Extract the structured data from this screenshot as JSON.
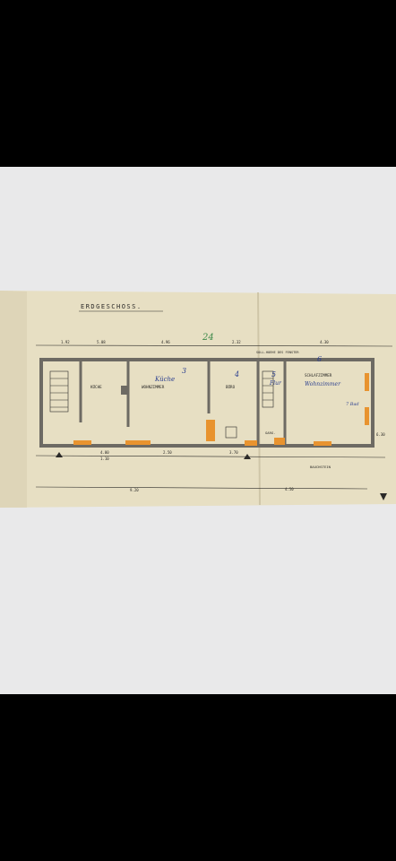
{
  "photo": {
    "colors": {
      "background": "#000000",
      "paper": "#e7dfc3",
      "wall": "#6d6a63",
      "orange": "#e8932f",
      "ink": "#2b2a28",
      "blue_ink": "#2b3f8f",
      "green_ink": "#3f8a4a"
    }
  },
  "plan": {
    "title": "ERDGESCHOSS.",
    "room_labels": {
      "kuche": "KÜCHE",
      "wohnzimmer": "WOHNZIMMER",
      "buro": "BÜRO",
      "schlafzimmer": "SCHLAFZIMMER",
      "garage": "GARG.",
      "bauchstein": "BAUCHSTEIN"
    },
    "handwritten": {
      "kuche_note": "Küche",
      "wohnzimmer_note": "Wohnzimmer",
      "flur_note": "Flur",
      "num_3": "3",
      "num_4": "4",
      "num_5": "5",
      "num_6": "6",
      "num_24": "24",
      "side_note": "7 Bad"
    },
    "top_annotation": "SOLL-HOEHE DES FENSTER",
    "dimensions": {
      "d1": "1.92",
      "d2": "4.96",
      "d3": "5.08",
      "d4": "2.32",
      "d5": "4.30",
      "d6": "4.00",
      "d7": "1.10",
      "d8": "2.50",
      "d9": "3.70",
      "d10": "4.50",
      "d11": "9.20",
      "d12": "6.30"
    }
  }
}
